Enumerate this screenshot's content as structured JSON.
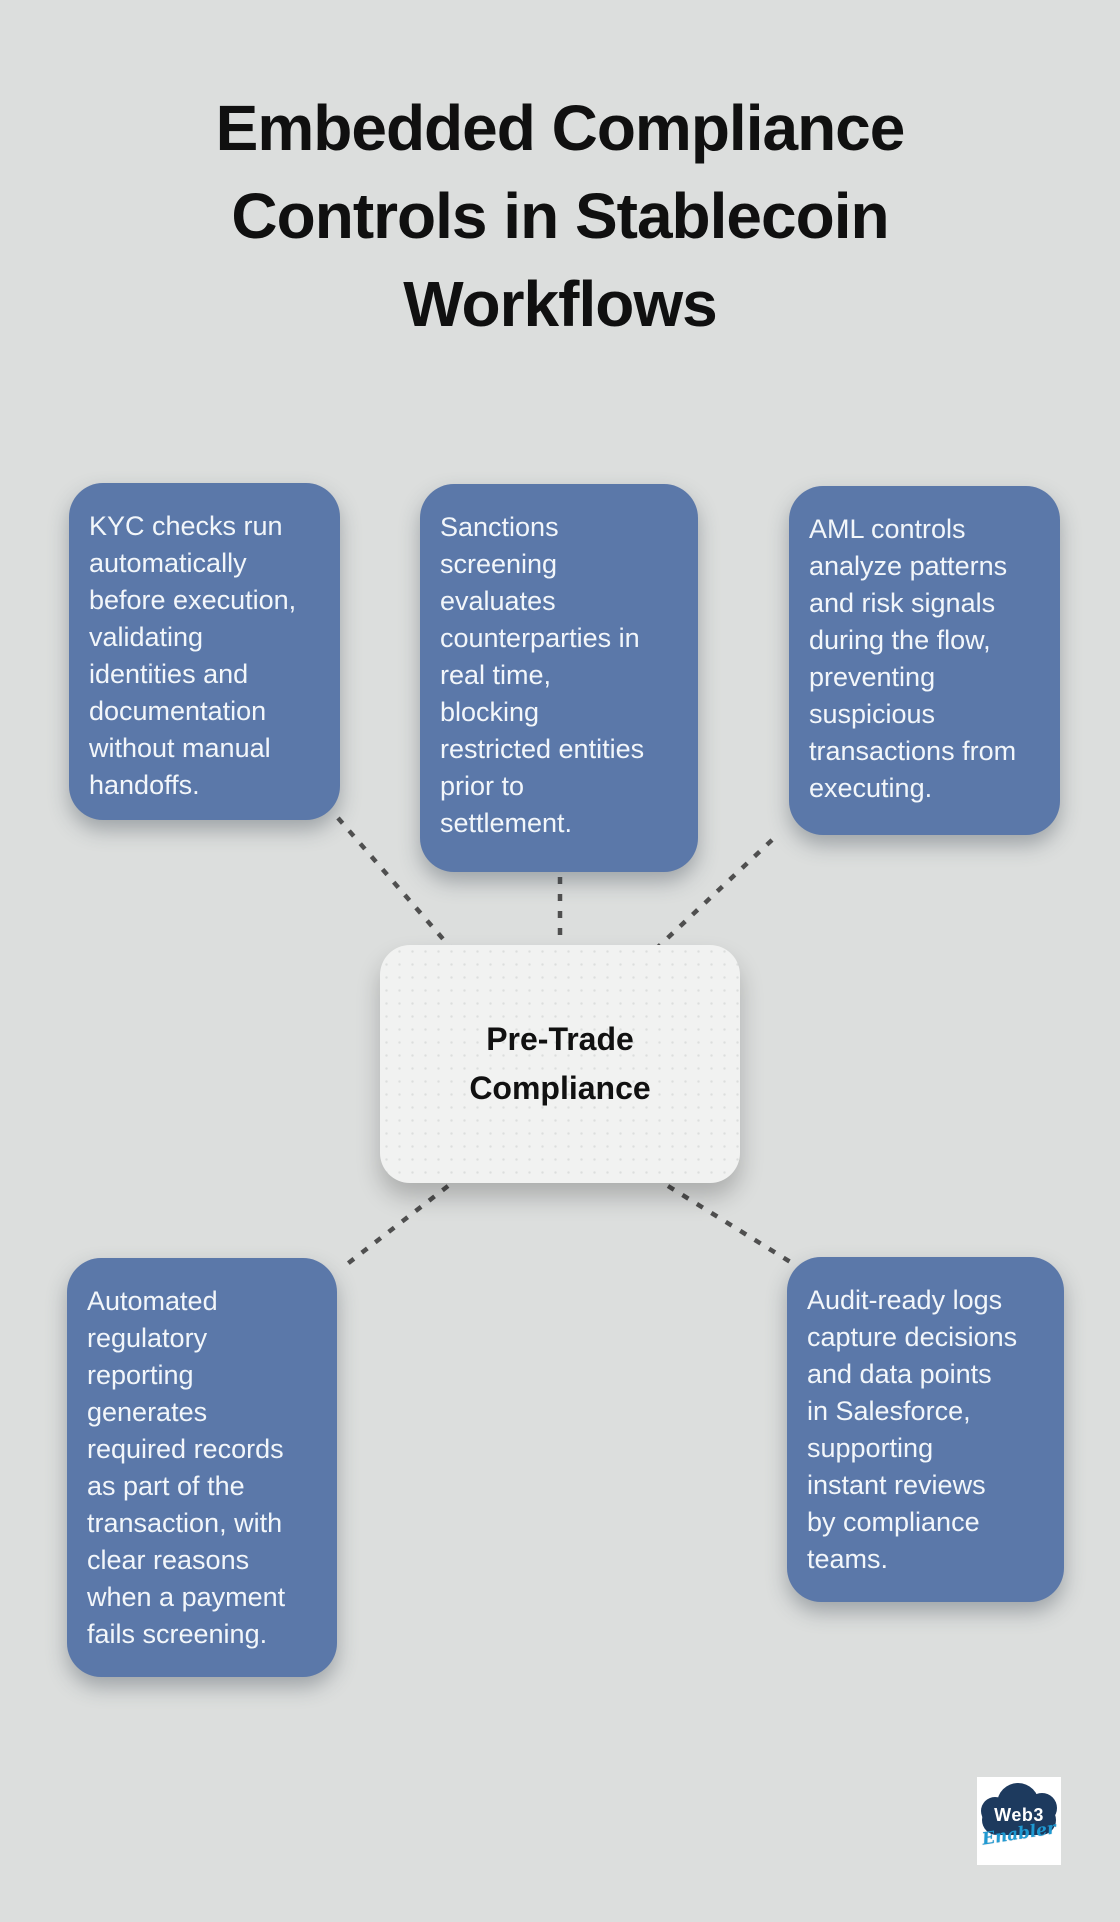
{
  "title": "Embedded Compliance\nControls in Stablecoin\nWorkflows",
  "center": {
    "label": "Pre-Trade\nCompliance"
  },
  "nodes": [
    {
      "id": "kyc",
      "text": "KYC checks run\nautomatically\nbefore execution,\nvalidating\nidentities and\ndocumentation\nwithout manual\nhandoffs."
    },
    {
      "id": "sanctions",
      "text": "Sanctions\nscreening\nevaluates\ncounterparties in\nreal time,\nblocking\nrestricted entities\nprior to\nsettlement."
    },
    {
      "id": "aml",
      "text": "AML controls\nanalyze patterns\nand risk signals\nduring the flow,\npreventing\nsuspicious\ntransactions from\nexecuting."
    },
    {
      "id": "reporting",
      "text": "Automated\nregulatory\nreporting\ngenerates\nrequired records\nas part of the\ntransaction, with\nclear reasons\nwhen a payment\nfails screening."
    },
    {
      "id": "audit",
      "text": "Audit-ready logs\ncapture decisions\nand data points\nin Salesforce,\nsupporting\ninstant reviews\nby compliance\nteams."
    }
  ],
  "logo": {
    "word": "Web3",
    "script": "Enabler"
  },
  "colors": {
    "background": "#dcdedd",
    "node_fill": "#5b78a9",
    "node_text": "#f2f6fa",
    "center_fill": "#f1f2f1",
    "title_text": "#101010",
    "dash_line": "#4f4f4f",
    "logo_cloud": "#1d3a5e",
    "logo_script": "#1f9ad2"
  }
}
